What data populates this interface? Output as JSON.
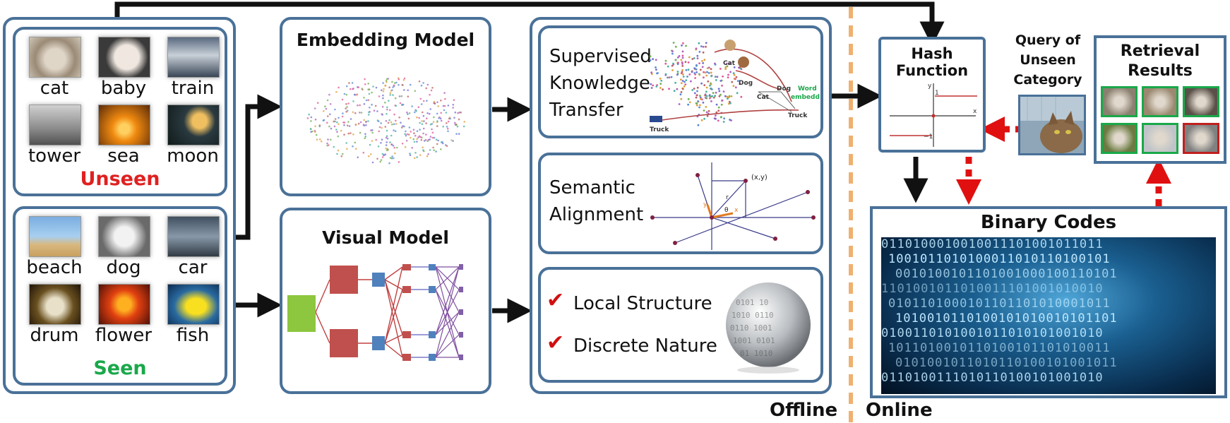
{
  "categories": {
    "unseen": {
      "label": "Unseen",
      "items": [
        {
          "label": "cat"
        },
        {
          "label": "baby"
        },
        {
          "label": "train"
        },
        {
          "label": "tower"
        },
        {
          "label": "sea"
        },
        {
          "label": "moon"
        }
      ]
    },
    "seen": {
      "label": "Seen",
      "items": [
        {
          "label": "beach"
        },
        {
          "label": "dog"
        },
        {
          "label": "car"
        },
        {
          "label": "drum"
        },
        {
          "label": "flower"
        },
        {
          "label": "fish"
        }
      ]
    }
  },
  "embedding_model": {
    "title": "Embedding Model"
  },
  "visual_model": {
    "title": "Visual Model"
  },
  "knowledge_transfer": {
    "line1": "Supervised",
    "line2": "Knowledge",
    "line3": "Transfer",
    "plot_labels": [
      "Cat",
      "Dog",
      "Cat",
      "Dog",
      "Truck",
      "Truck",
      "Word",
      "embedding"
    ]
  },
  "semantic_alignment": {
    "line1": "Semantic",
    "line2": "Alignment",
    "point_label": "(x,y)",
    "small_labels": [
      "r",
      "θ",
      "y",
      "x"
    ]
  },
  "constraints": {
    "items": [
      {
        "label": "Local Structure"
      },
      {
        "label": "Discrete Nature"
      }
    ]
  },
  "hash_function": {
    "line1": "Hash",
    "line2": "Function",
    "axis_y": "y",
    "axis_x": "x",
    "tick_pos": "1",
    "tick_neg": "−1"
  },
  "query": {
    "line1": "Query of",
    "line2": "Unseen",
    "line3": "Category"
  },
  "retrieval": {
    "line1": "Retrieval",
    "line2": "Results",
    "results": [
      {
        "status": "correct"
      },
      {
        "status": "correct"
      },
      {
        "status": "correct"
      },
      {
        "status": "correct"
      },
      {
        "status": "correct"
      },
      {
        "status": "wrong"
      }
    ]
  },
  "binary_codes": {
    "title": "Binary Codes",
    "bit_rows": [
      "0110100010010011101001011011",
      "1001011010100011010110100101",
      "0010100101101001000100110101",
      "1101001011010011101001010010",
      "0101101000101101101010001011",
      "1010010110100101010010101101",
      "0100110101001011010101001010",
      "1011010010110100101101010011",
      "0101001011010110100101001011",
      "0110100111010110100101001010"
    ]
  },
  "phases": {
    "offline": "Offline",
    "online": "Online"
  },
  "colors": {
    "panel_border": "#4a7198",
    "unseen": "#e02020",
    "seen": "#1aa84a",
    "arrow": "#111111",
    "dashed_arrow": "#e01010",
    "divider": "#f0b070"
  }
}
